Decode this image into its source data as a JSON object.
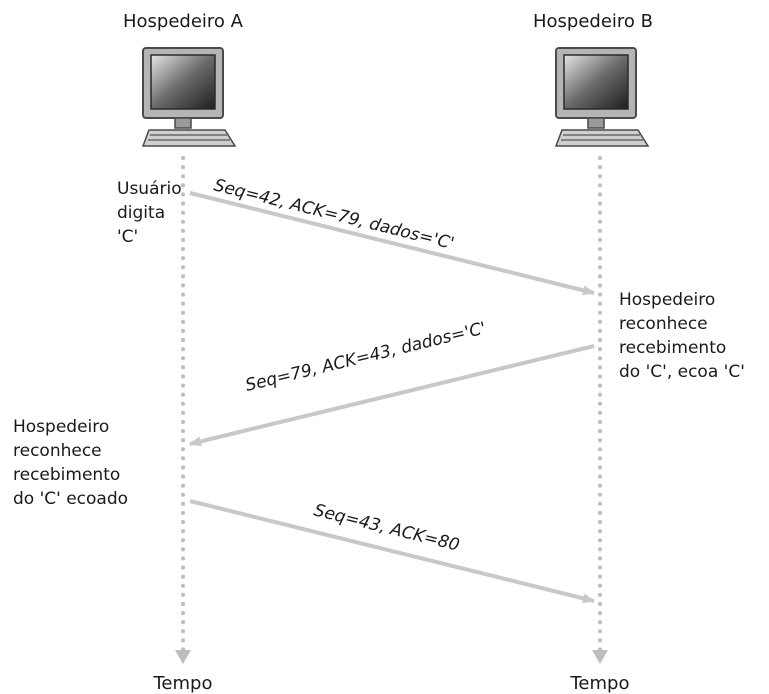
{
  "hosts": {
    "a": {
      "title": "Hospedeiro A",
      "time_label": "Tempo"
    },
    "b": {
      "title": "Hospedeiro B",
      "time_label": "Tempo"
    }
  },
  "events": {
    "a_user_types": [
      "Usuário",
      "digita",
      "'C'"
    ],
    "b_acknowledges": [
      "Hospedeiro",
      "reconhece",
      "recebimento",
      "do 'C',  ecoa 'C'"
    ],
    "a_acknowledges": [
      "Hospedeiro",
      "reconhece",
      "recebimento",
      "do 'C' ecoado"
    ]
  },
  "segments": [
    {
      "from": "A",
      "to": "B",
      "label": "Seq=42, ACK=79, dados='C'"
    },
    {
      "from": "B",
      "to": "A",
      "label": "Seq=79, ACK=43, dados='C'"
    },
    {
      "from": "A",
      "to": "B",
      "label": "Seq=43, ACK=80"
    }
  ],
  "colors": {
    "arrow": "#c8c8c8",
    "timeline": "#bdbdbd",
    "text": "#1a1a1a"
  },
  "icons": {
    "host": "desktop-computer-icon",
    "time_arrow": "arrow-down-icon"
  }
}
